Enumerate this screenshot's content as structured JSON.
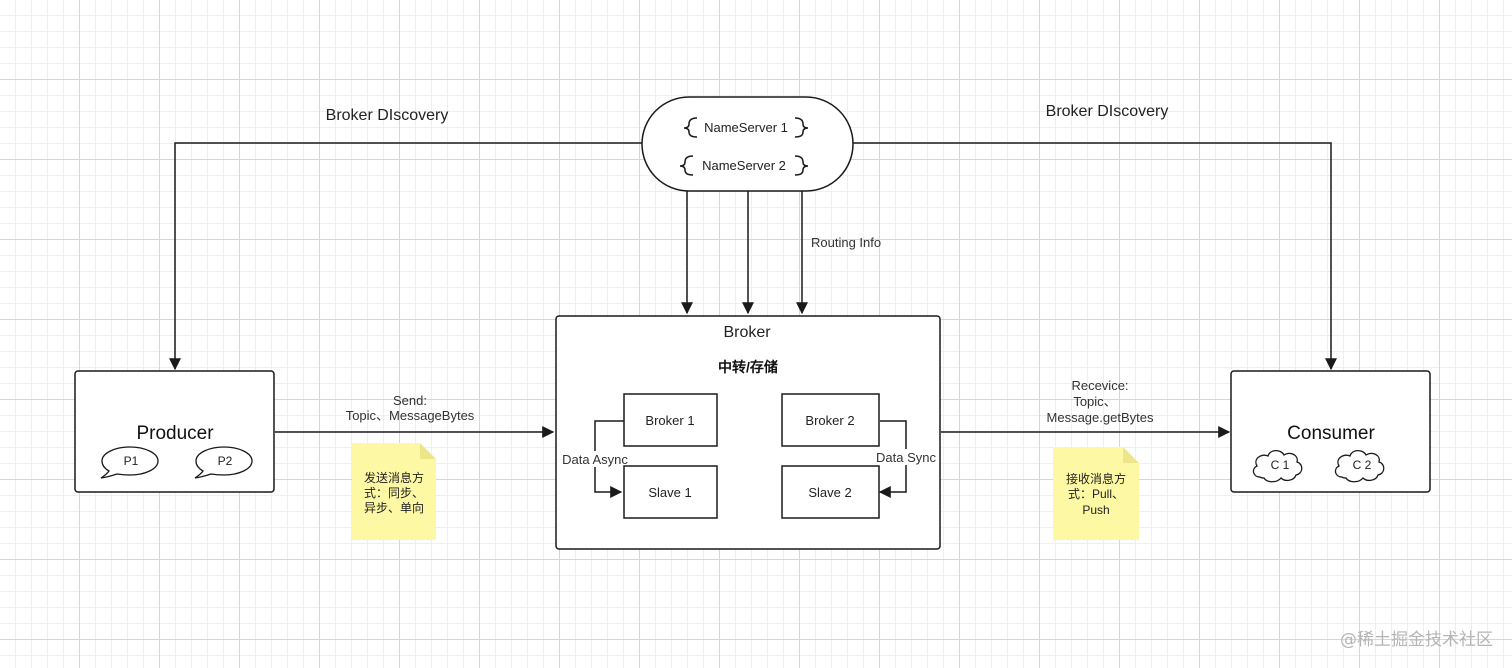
{
  "name_servers": {
    "ns1": "NameServer 1",
    "ns2": "NameServer 2"
  },
  "edge_labels": {
    "discovery_left": "Broker DIscovery",
    "discovery_right": "Broker DIscovery",
    "routing_info": "Routing Info",
    "send_line1": "Send:",
    "send_line2": "Topic、MessageBytes",
    "receive_line1": "Recevice:",
    "receive_line2": "Topic、",
    "receive_line3": "Message.getBytes",
    "data_async": "Data Async",
    "data_sync": "Data Sync"
  },
  "producer": {
    "title": "Producer",
    "p1": "P1",
    "p2": "P2"
  },
  "consumer": {
    "title": "Consumer",
    "c1": "C 1",
    "c2": "C 2"
  },
  "broker": {
    "title": "Broker",
    "subtitle": "中转/存储",
    "broker1": "Broker 1",
    "broker2": "Broker 2",
    "slave1": "Slave 1",
    "slave2": "Slave 2"
  },
  "notes": {
    "send_line1": "发送消息方",
    "send_line2": "式：同步、",
    "send_line3": "异步、单向",
    "receive_line1": "接收消息方",
    "receive_line2": "式：Pull、",
    "receive_line3": "Push"
  },
  "watermark": "@稀土掘金技术社区",
  "colors": {
    "stroke": "#1a1a1a",
    "note_fill": "#fdf8a4",
    "note_fold": "#ece58a",
    "grid": "#d7d7d7"
  }
}
